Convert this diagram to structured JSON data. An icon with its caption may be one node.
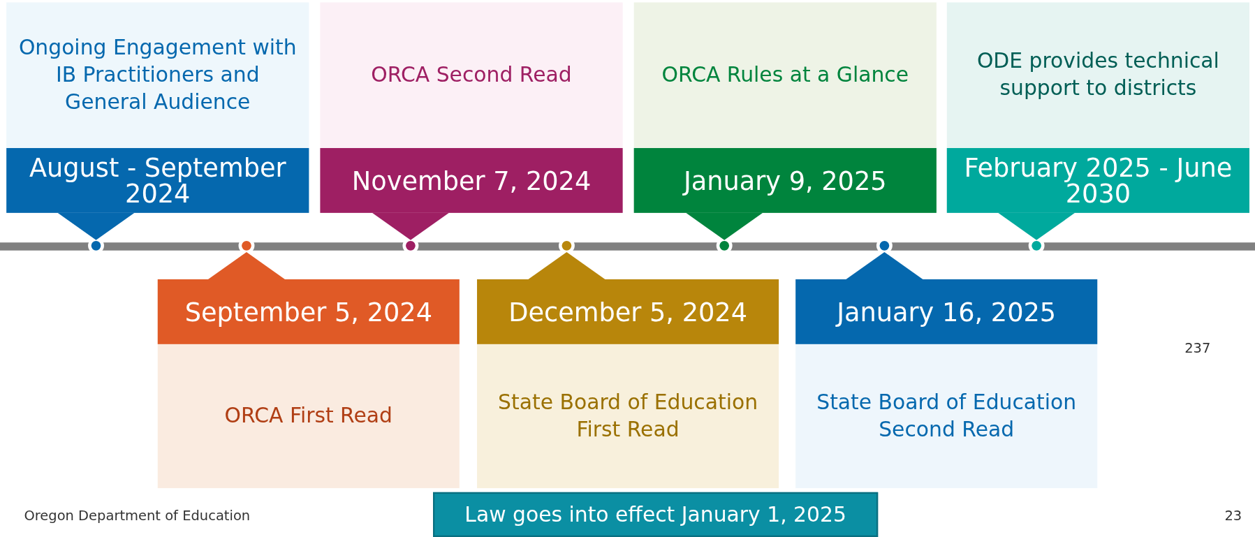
{
  "diagram": {
    "nodes": [
      {
        "text": [
          "Ongoing Engagement with IB Practitioners and General Audience",
          "August - September 2024"
        ]
      },
      {
        "text": [
          "September 5, 2024",
          "ORCA First Read"
        ]
      },
      {
        "text": [
          "ORCA Second Read",
          "November 7, 2024"
        ]
      },
      {
        "text": [
          "December 5, 2024",
          "State Board of Education First Read"
        ]
      },
      {
        "text": [
          "ORCA Rules at a Glance",
          "January 9, 2025"
        ]
      },
      {
        "text": [
          "January 16, 2025",
          "State Board of Education Second Read"
        ]
      },
      {
        "text": [
          "ODE provides technical support to districts",
          "February 2025 - June 2030"
        ]
      },
      {
        "text": [
          "Law goes into effect January 1, 2025"
        ]
      }
    ],
    "edges": [],
    "labels": [
      "237",
      "Oregon Department of Education",
      "23"
    ]
  }
}
